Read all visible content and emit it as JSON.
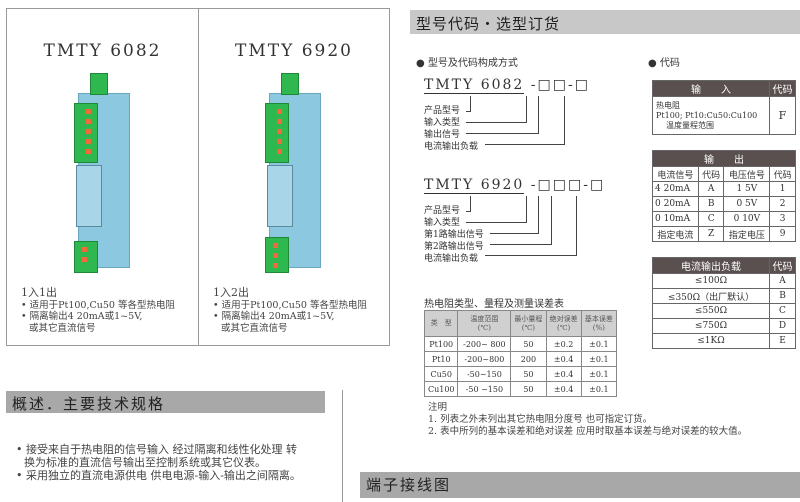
{
  "products": [
    {
      "title": "TMTY 6082",
      "heading": "1入1出",
      "bullets": [
        "适用于Pt100,Cu50 等各型热电阻",
        "隔离输出4  20mA或1~5V,"
      ],
      "bullet_cont": "或其它直流信号"
    },
    {
      "title": "TMTY 6920",
      "heading": "1入2出",
      "bullets": [
        "适用于Pt100,Cu50 等各型热电阻",
        "隔离输出4  20mA或1~5V,"
      ],
      "bullet_cont": "或其它直流信号"
    }
  ],
  "overview": {
    "header": "概述．主要技术规格",
    "bullets": [
      "接受来自于热电阻的信号输入  经过隔离和线性化处理  转",
      "换为标准的直流信号输出至控制系统或其它仪表。",
      "采用独立的直流电源供电  供电电源-输入-输出之间隔离。"
    ]
  },
  "terminal_header": "端子接线图",
  "ordering": {
    "header": "型号代码・选型订货",
    "composition_title": "型号及代码构成方式",
    "code1": {
      "model": "TMTY 6082",
      "suffix": "-□□-□",
      "labels": [
        "产品型号",
        "输入类型",
        "输出信号",
        "电流输出负载"
      ]
    },
    "code2": {
      "model": "TMTY 6920",
      "suffix": "-□□□-□",
      "labels": [
        "产品型号",
        "输入类型",
        "第1路输出信号",
        "第2路输出信号",
        "电流输出负载"
      ]
    },
    "codes_title": "代码",
    "input_table": {
      "headers": [
        "输　　入",
        "代码"
      ],
      "rows": [
        {
          "desc": [
            "热电阻",
            "Pt100; Pt10:Cu50:Cu100",
            "温度量程范围"
          ],
          "code": "F"
        }
      ]
    },
    "output_table": {
      "header": "输　　出",
      "subheaders": [
        "电流信号",
        "代码",
        "电压信号",
        "代码"
      ],
      "rows": [
        [
          "4  20mA",
          "A",
          "1  5V",
          "1"
        ],
        [
          "0  20mA",
          "B",
          "0  5V",
          "2"
        ],
        [
          "0  10mA",
          "C",
          "0  10V",
          "3"
        ],
        [
          "指定电流",
          "Z",
          "指定电压",
          "9"
        ]
      ]
    },
    "load_table": {
      "headers": [
        "电流输出负载",
        "代码"
      ],
      "rows": [
        [
          "≤100Ω",
          "A"
        ],
        [
          "≤350Ω（出厂默认）",
          "B"
        ],
        [
          "≤550Ω",
          "C"
        ],
        [
          "≤750Ω",
          "D"
        ],
        [
          "≤1KΩ",
          "E"
        ]
      ]
    },
    "error_table": {
      "title": "热电阻类型、量程及测量误差表",
      "headers": [
        "类　型",
        "温度范围\n(℃)",
        "最小量程\n(℃)",
        "绝对误差\n(℃)",
        "基本误差\n(%)"
      ],
      "rows": [
        [
          "Pt100",
          "-200~ 800",
          "50",
          "±0.2",
          "±0.1"
        ],
        [
          "Pt10",
          "-200~800",
          "200",
          "±0.4",
          "±0.1"
        ],
        [
          "Cu50",
          "-50~150",
          "50",
          "±0.4",
          "±0.1"
        ],
        [
          "Cu100",
          "-50 ~150",
          "50",
          "±0.4",
          "±0.1"
        ]
      ]
    },
    "notes": {
      "title": "注明",
      "items": [
        "1. 列表之外未列出其它热电阻分度号  也可指定订货。",
        "2. 表中所列的基本误差和绝对误差  应用时取基本误差与绝对误差的较大值。"
      ]
    }
  }
}
